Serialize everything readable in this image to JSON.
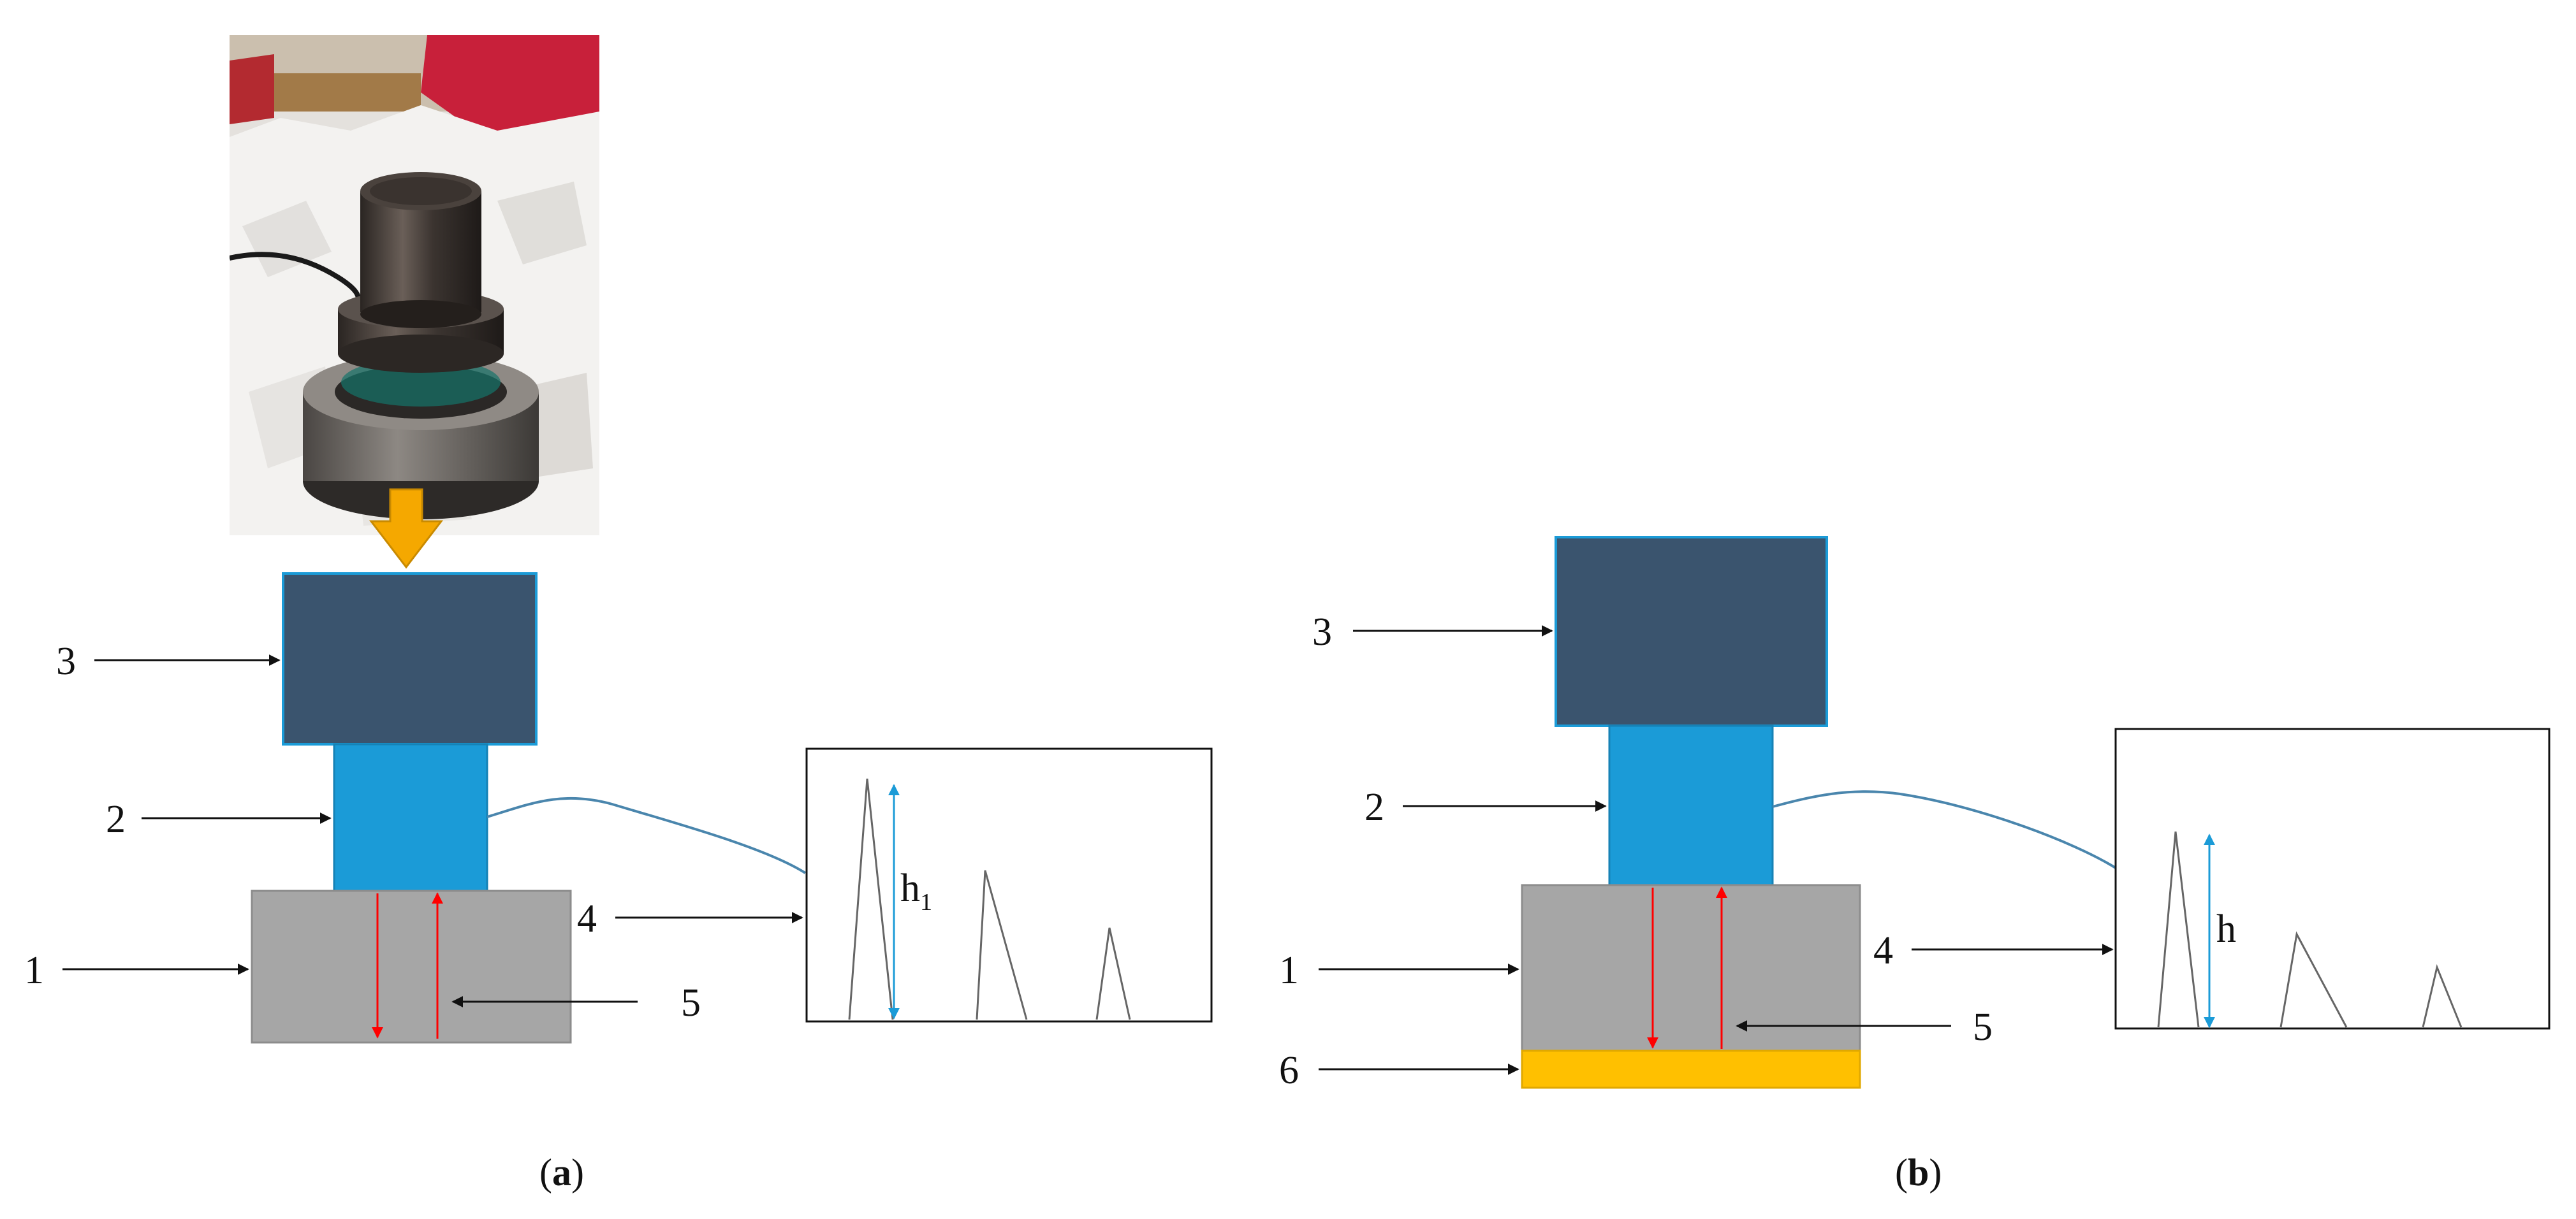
{
  "colors": {
    "transducer_top": "#3a546e",
    "transducer_body": "#1b9bd7",
    "sample": "#a6a6a6",
    "coating": "#ffc000",
    "arrow_force": "#f5a800",
    "wave_arrow": "#ff0000",
    "peak_height_arrow": "#1b9bd7",
    "cable": "#4a86ad",
    "line": "#111111"
  },
  "photo": {
    "icon": "photo-of-ultrasonic-transducer-on-sample"
  },
  "panel_a": {
    "caption_open": "(",
    "caption_letter": "a",
    "caption_close": ")",
    "labels": {
      "l1": "1",
      "l2": "2",
      "l3": "3",
      "l4": "4",
      "l5": "5"
    },
    "signal": {
      "peak_label": "h",
      "peak_sub": "1"
    }
  },
  "panel_b": {
    "caption_open": "(",
    "caption_letter": "b",
    "caption_close": ")",
    "labels": {
      "l1": "1",
      "l2": "2",
      "l3": "3",
      "l4": "4",
      "l5": "5",
      "l6": "6"
    },
    "signal": {
      "peak_label": "h"
    }
  }
}
